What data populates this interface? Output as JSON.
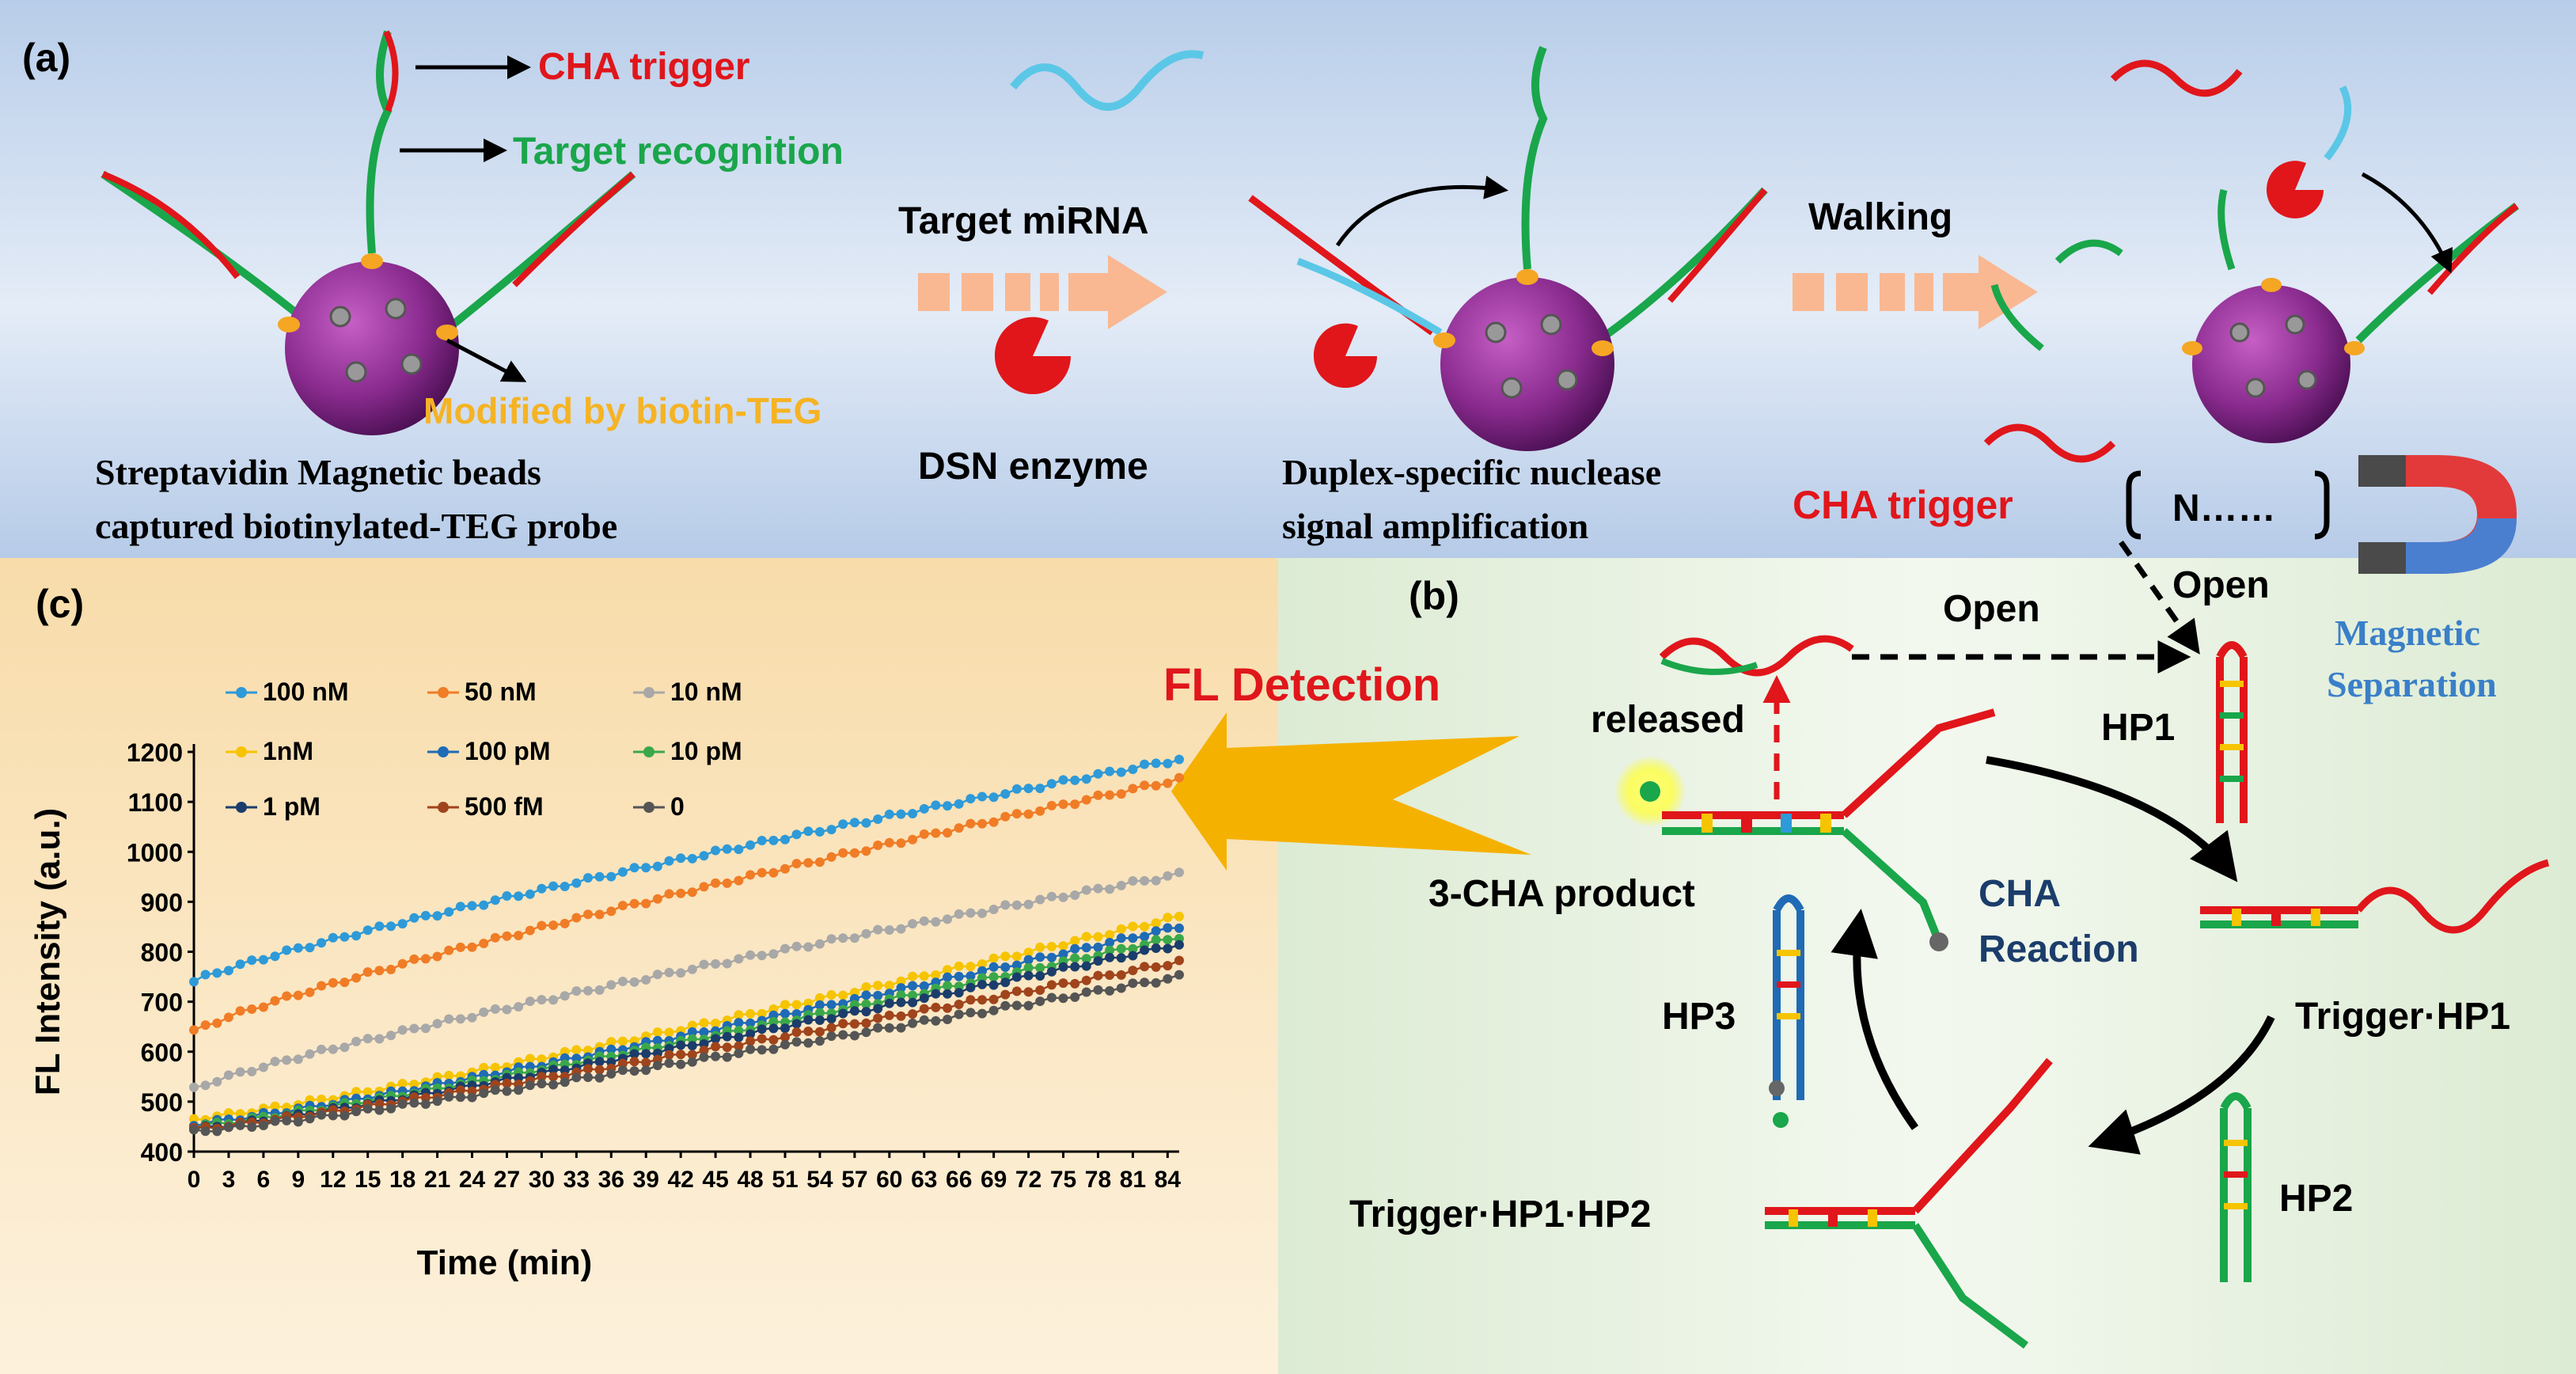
{
  "colors": {
    "panel_a_bg": "#c7d8ee",
    "panel_b_bg": "#e3efdc",
    "panel_c_bg": "#fbe7c6",
    "red": "#e0161b",
    "green": "#1aa64b",
    "orange_label": "#f5b324",
    "blue_label": "#3a7fc8",
    "arrow_orange": "#f9b891",
    "big_arrow": "#f5b100",
    "bead": "#8a2b8f"
  },
  "panel_a": {
    "label": "(a)",
    "cha_trigger": "CHA trigger",
    "target_recognition": "Target recognition",
    "modified_by": "Modified by biotin-TEG",
    "bead_caption_1": "Streptavidin Magnetic beads",
    "bead_caption_2": "captured biotinylated-TEG probe",
    "target_mirna": "Target miRNA",
    "dsn_enzyme": "DSN enzyme",
    "dsn_caption_1": "Duplex-specific nuclease",
    "dsn_caption_2": "signal amplification",
    "walking": "Walking",
    "cha_trigger_2": "CHA trigger",
    "n_bracket": "N……",
    "open": "Open",
    "magnetic_1": "Magnetic",
    "magnetic_2": "Separation"
  },
  "panel_b": {
    "label": "(b)",
    "open": "Open",
    "released": "released",
    "hp1": "HP1",
    "product": "3-CHA product",
    "cha_1": "CHA",
    "cha_2": "Reaction",
    "hp3": "HP3",
    "trigger_hp1": "Trigger·HP1",
    "trigger_hp1_hp2": "Trigger·HP1·HP2",
    "hp2": "HP2"
  },
  "panel_c": {
    "label": "(c)",
    "fl_detection": "FL Detection"
  },
  "chart_data": {
    "type": "scatter",
    "xlabel": "Time (min)",
    "ylabel": "FL Intensity (a.u.)",
    "xlim": [
      0,
      85
    ],
    "ylim": [
      400,
      1200
    ],
    "x_ticks": [
      "0",
      "3",
      "6",
      "9",
      "12",
      "15",
      "18",
      "21",
      "24",
      "27",
      "30",
      "33",
      "36",
      "39",
      "42",
      "45",
      "48",
      "51",
      "54",
      "57",
      "60",
      "63",
      "66",
      "69",
      "72",
      "75",
      "78",
      "81",
      "84"
    ],
    "y_ticks": [
      "400",
      "500",
      "600",
      "700",
      "800",
      "900",
      "1000",
      "1100",
      "1200"
    ],
    "legend_position": "top",
    "series": [
      {
        "name": "100 nM",
        "color": "#2e9ad8",
        "start": 740,
        "end": 1185
      },
      {
        "name": "50 nM",
        "color": "#f07c26",
        "start": 640,
        "end": 1145
      },
      {
        "name": "10 nM",
        "color": "#a8a8a8",
        "start": 525,
        "end": 955
      },
      {
        "name": "1nM",
        "color": "#f6c400",
        "start": 465,
        "end": 870
      },
      {
        "name": "100 pM",
        "color": "#1f6bb5",
        "start": 455,
        "end": 850
      },
      {
        "name": "10 pM",
        "color": "#3aa84a",
        "start": 450,
        "end": 830
      },
      {
        "name": "1 pM",
        "color": "#1b3d6b",
        "start": 445,
        "end": 815
      },
      {
        "name": "500 fM",
        "color": "#a0441c",
        "start": 445,
        "end": 780
      },
      {
        "name": "0",
        "color": "#555555",
        "start": 440,
        "end": 750
      }
    ]
  }
}
